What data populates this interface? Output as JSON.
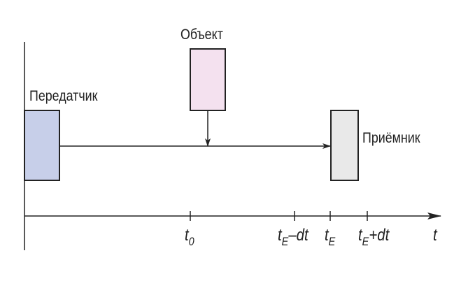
{
  "labels": {
    "transmitter": "Передатчик",
    "object": "Объект",
    "receiver": "Приёмник"
  },
  "axis": {
    "variable": "t",
    "ticks": [
      {
        "base": "t",
        "sub": "0",
        "suffix": ""
      },
      {
        "base": "t",
        "sub": "E",
        "suffix": "–dt"
      },
      {
        "base": "t",
        "sub": "E",
        "suffix": ""
      },
      {
        "base": "t",
        "sub": "E",
        "suffix": "+dt"
      }
    ]
  },
  "colors": {
    "transmitter": "#c7cfe9",
    "object": "#f4e1ef",
    "receiver": "#e9e9e9",
    "line": "#222222"
  }
}
